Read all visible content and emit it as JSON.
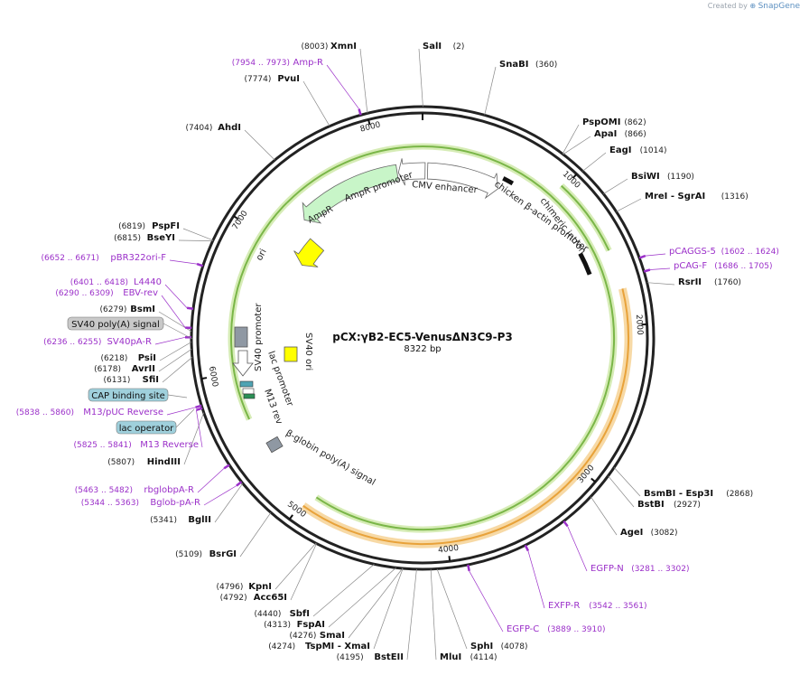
{
  "credit": {
    "prefix": "Created by",
    "brand": "SnapGene"
  },
  "plasmid": {
    "name": "pCX:γB2-EC5-VenusΔN3C9-P3",
    "size_label": "8322 bp",
    "length": 8322
  },
  "ticks": [
    {
      "pos": 1000,
      "label": "1000"
    },
    {
      "pos": 2000,
      "label": "2000"
    },
    {
      "pos": 3000,
      "label": "3000"
    },
    {
      "pos": 4000,
      "label": "4000"
    },
    {
      "pos": 5000,
      "label": "5000"
    },
    {
      "pos": 6000,
      "label": "6000"
    },
    {
      "pos": 7000,
      "label": "7000"
    },
    {
      "pos": 8000,
      "label": "8000"
    }
  ],
  "sites": [
    {
      "name": "SalI",
      "pos_label": "(2)",
      "bp": 2
    },
    {
      "name": "SnaBI",
      "pos_label": "(360)",
      "bp": 360
    },
    {
      "name": "PspOMI",
      "pos_label": "(862)",
      "bp": 862
    },
    {
      "name": "ApaI",
      "pos_label": "(866)",
      "bp": 866
    },
    {
      "name": "EagI",
      "pos_label": "(1014)",
      "bp": 1014
    },
    {
      "name": "BsiWI",
      "pos_label": "(1190)",
      "bp": 1190
    },
    {
      "name": "MreI - SgrAI",
      "pos_label": "(1316)",
      "bp": 1316
    },
    {
      "name": "RsrII",
      "pos_label": "(1760)",
      "bp": 1760
    },
    {
      "name": "BsmBI - Esp3I",
      "pos_label": "(2868)",
      "bp": 2868
    },
    {
      "name": "BstBI",
      "pos_label": "(2927)",
      "bp": 2927
    },
    {
      "name": "AgeI",
      "pos_label": "(3082)",
      "bp": 3082
    },
    {
      "name": "SphI",
      "pos_label": "(4078)",
      "bp": 4078
    },
    {
      "name": "MluI",
      "pos_label": "(4114)",
      "bp": 4114
    },
    {
      "name": "BstEII",
      "pos_label": "(4195)",
      "bp": 4195
    },
    {
      "name": "TspMI - XmaI",
      "pos_label": "(4274)",
      "bp": 4274
    },
    {
      "name": "SmaI",
      "pos_label": "(4276)",
      "bp": 4276
    },
    {
      "name": "FspAI",
      "pos_label": "(4313)",
      "bp": 4313
    },
    {
      "name": "SbfI",
      "pos_label": "(4440)",
      "bp": 4440
    },
    {
      "name": "Acc65I",
      "pos_label": "(4792)",
      "bp": 4792
    },
    {
      "name": "KpnI",
      "pos_label": "(4796)",
      "bp": 4796
    },
    {
      "name": "BsrGI",
      "pos_label": "(5109)",
      "bp": 5109
    },
    {
      "name": "BglII",
      "pos_label": "(5341)",
      "bp": 5341
    },
    {
      "name": "HindIII",
      "pos_label": "(5807)",
      "bp": 5807
    },
    {
      "name": "SfiI",
      "pos_label": "(6131)",
      "bp": 6131
    },
    {
      "name": "AvrII",
      "pos_label": "(6178)",
      "bp": 6178
    },
    {
      "name": "PsiI",
      "pos_label": "(6218)",
      "bp": 6218
    },
    {
      "name": "BsmI",
      "pos_label": "(6279)",
      "bp": 6279
    },
    {
      "name": "BseYI",
      "pos_label": "(6815)",
      "bp": 6815
    },
    {
      "name": "PspFI",
      "pos_label": "(6819)",
      "bp": 6819
    },
    {
      "name": "AhdI",
      "pos_label": "(7404)",
      "bp": 7404
    },
    {
      "name": "PvuI",
      "pos_label": "(7774)",
      "bp": 7774
    },
    {
      "name": "XmnI",
      "pos_label": "(8003)",
      "bp": 8003
    }
  ],
  "primers": [
    {
      "name": "Amp-R",
      "range_label": "(7954 .. 7973)",
      "bp": 7963
    },
    {
      "name": "pCAGGS-5",
      "range_label": "(1602 .. 1624)",
      "bp": 1613
    },
    {
      "name": "pCAG-F",
      "range_label": "(1686 .. 1705)",
      "bp": 1695
    },
    {
      "name": "EGFP-N",
      "range_label": "(3281 .. 3302)",
      "bp": 3291
    },
    {
      "name": "EXFP-R",
      "range_label": "(3542 .. 3561)",
      "bp": 3551
    },
    {
      "name": "EGFP-C",
      "range_label": "(3889 .. 3910)",
      "bp": 3899
    },
    {
      "name": "rbglobpA-R",
      "range_label": "(5463 .. 5482)",
      "bp": 5472
    },
    {
      "name": "Bglob-pA-R",
      "range_label": "(5344 .. 5363)",
      "bp": 5353
    },
    {
      "name": "M13 Reverse",
      "range_label": "(5825 .. 5841)",
      "bp": 5833
    },
    {
      "name": "M13/pUC Reverse",
      "range_label": "(5838 .. 5860)",
      "bp": 5849
    },
    {
      "name": "SV40pA-R",
      "range_label": "(6236 .. 6255)",
      "bp": 6245
    },
    {
      "name": "EBV-rev",
      "range_label": "(6290 .. 6309)",
      "bp": 6299
    },
    {
      "name": "L4440",
      "range_label": "(6401 .. 6418)",
      "bp": 6409
    },
    {
      "name": "pBR322ori-F",
      "range_label": "(6652 .. 6671)",
      "bp": 6661
    }
  ],
  "boxed_features": [
    {
      "name": "SV40 poly(A) signal",
      "color": "#c9c9c9"
    },
    {
      "name": "CAP binding site",
      "color": "#9fd0dc"
    },
    {
      "name": "lac operator",
      "color": "#9fd0dc"
    }
  ],
  "feature_labels": {
    "ampr": "AmpR",
    "ampr_promoter": "AmpR promoter",
    "cmv_enhancer": "CMV enhancer",
    "chicken_promoter": "chicken β-actin promoter",
    "chimeric_intron": "chimeric intron",
    "ori": "ori",
    "sv40_promoter": "SV40 promoter",
    "sv40_ori": "SV40 ori",
    "lac_promoter": "lac promoter",
    "m13_rev": "M13 rev",
    "beta_globin": "β-globin poly(A) signal"
  },
  "colors": {
    "ampr": "#c8f5c8",
    "ori": "#ffff00",
    "insert": "#f7d9a5",
    "insert_core": "#e8a23a",
    "intron": "#7ab648",
    "primer": "#9b30c9",
    "sv40_promoter": "#ffffff",
    "grey_feature": "#8f98a3"
  }
}
